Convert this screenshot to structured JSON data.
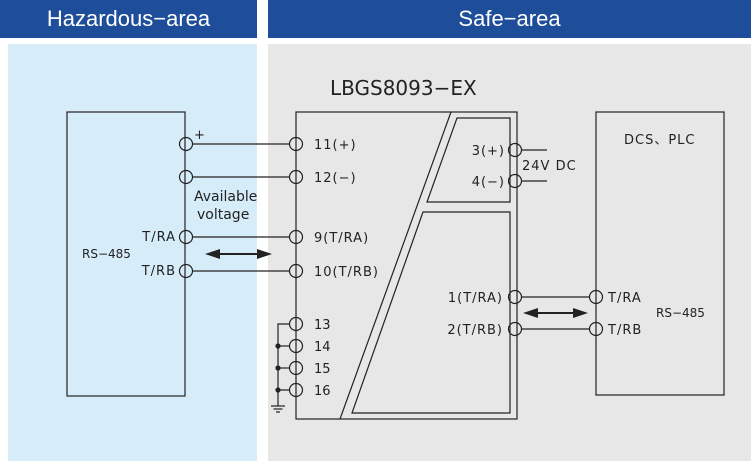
{
  "colors": {
    "header_bar": "#1e4d99",
    "hazardous_bg": "#d7ecf9",
    "safe_bg": "#e7e7e7",
    "line": "#222222"
  },
  "headers": {
    "hazardous": "Hazardous−area",
    "safe": "Safe−area"
  },
  "left_device": {
    "protocol": "RS−485",
    "plus_sign": "+",
    "available_voltage_line1": "Available",
    "available_voltage_line2": "voltage",
    "ta_label": "T/RA",
    "tb_label": "T/RB"
  },
  "barrier": {
    "model": "LBGS8093−EX",
    "terminals": {
      "t11": "11(+)",
      "t12": "12(−)",
      "t9": "9(T/RA)",
      "t10": "10(T/RB)",
      "t13": "13",
      "t14": "14",
      "t15": "15",
      "t16": "16",
      "t3": "3(+)",
      "t4": "4(−)",
      "t1": "1(T/RA)",
      "t2": "2(T/RB)"
    },
    "power_supply": "24V DC"
  },
  "right_device": {
    "title": "DCS、PLC",
    "ta_label": "T/RA",
    "tb_label": "T/RB",
    "protocol": "RS−485"
  },
  "icons": {
    "ground": "ground-icon",
    "arrow": "double-arrow-icon"
  }
}
